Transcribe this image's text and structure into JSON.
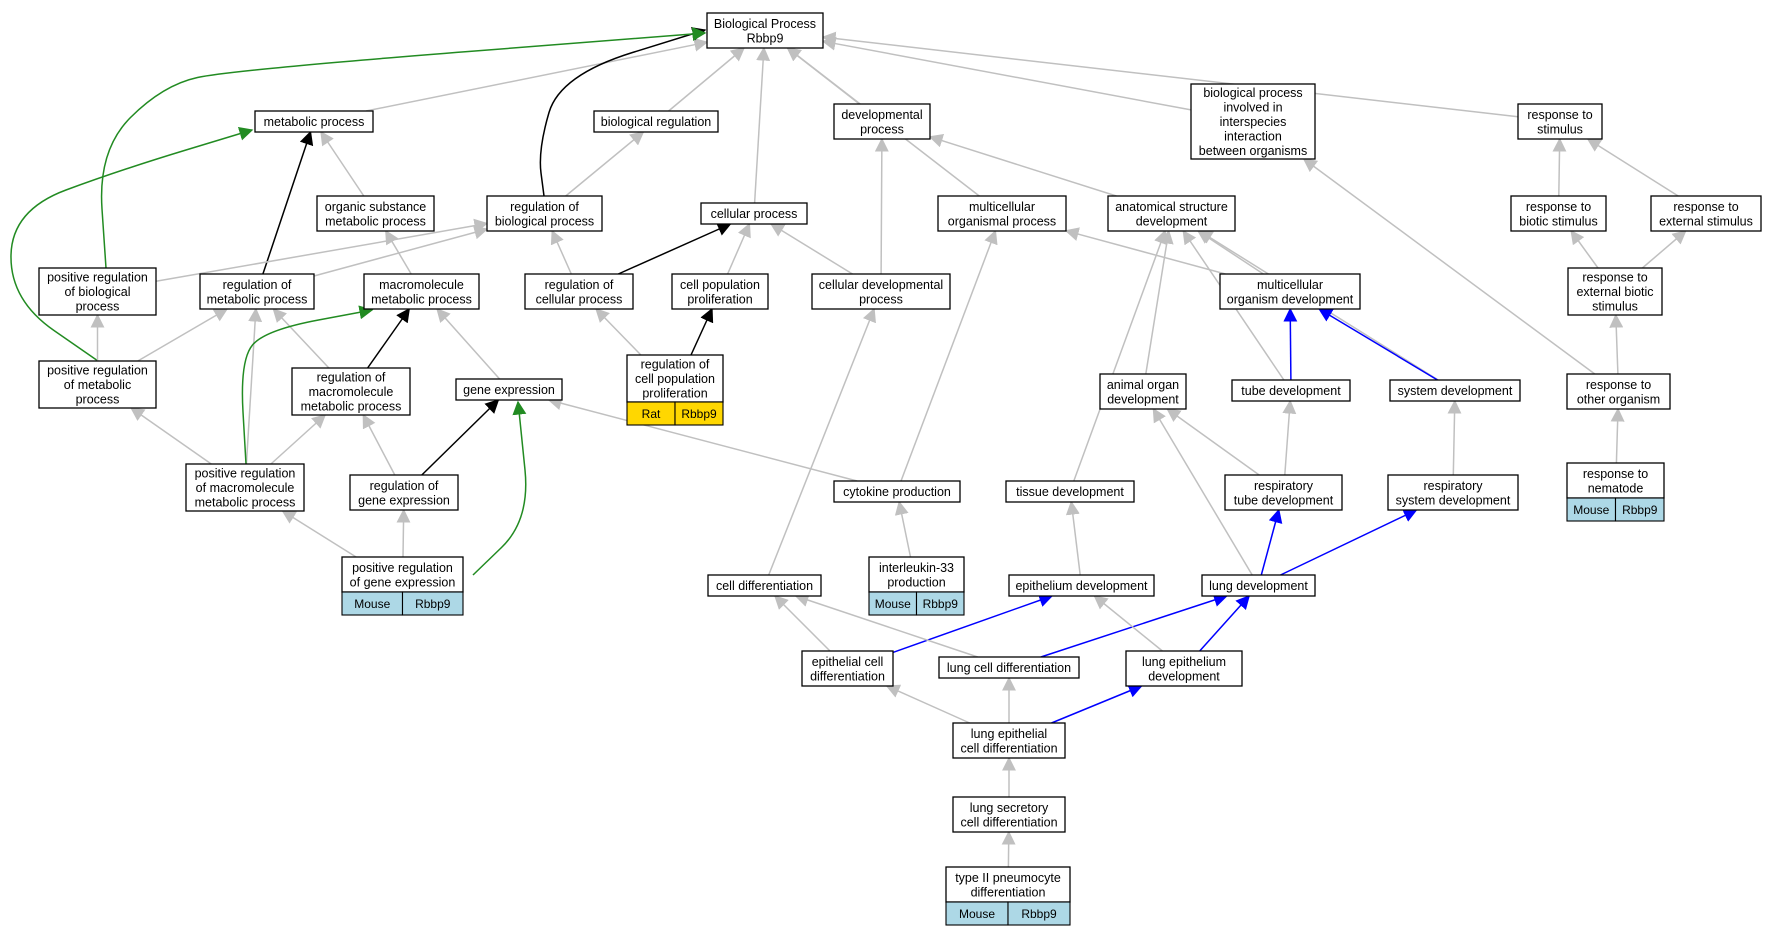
{
  "colors": {
    "gray": "#c0c0c0",
    "black": "#000000",
    "green": "#228b22",
    "blue": "#0000ff",
    "mouse_cell": "#add8e6",
    "rat_cell": "#ffd700"
  },
  "nodes": [
    {
      "id": "bp",
      "lines": [
        "Biological Process",
        "Rbbp9"
      ]
    },
    {
      "id": "metab",
      "lines": [
        "metabolic process"
      ]
    },
    {
      "id": "bioreg",
      "lines": [
        "biological regulation"
      ]
    },
    {
      "id": "dev",
      "lines": [
        "developmental",
        "process"
      ]
    },
    {
      "id": "interspec",
      "lines": [
        "biological process",
        "involved in",
        "interspecies",
        "interaction",
        "between organisms"
      ]
    },
    {
      "id": "resp",
      "lines": [
        "response to",
        "stimulus"
      ]
    },
    {
      "id": "orgsub",
      "lines": [
        "organic substance",
        "metabolic process"
      ]
    },
    {
      "id": "regbio",
      "lines": [
        "regulation of",
        "biological process"
      ]
    },
    {
      "id": "cellproc",
      "lines": [
        "cellular process"
      ]
    },
    {
      "id": "multi",
      "lines": [
        "multicellular",
        "organismal process"
      ]
    },
    {
      "id": "anat",
      "lines": [
        "anatomical structure",
        "development"
      ]
    },
    {
      "id": "biotic",
      "lines": [
        "response to",
        "biotic stimulus"
      ]
    },
    {
      "id": "external",
      "lines": [
        "response to",
        "external stimulus"
      ]
    },
    {
      "id": "posbio",
      "lines": [
        "positive regulation",
        "of biological",
        "process"
      ]
    },
    {
      "id": "regmetab",
      "lines": [
        "regulation of",
        "metabolic process"
      ]
    },
    {
      "id": "macro",
      "lines": [
        "macromolecule",
        "metabolic process"
      ]
    },
    {
      "id": "regcell",
      "lines": [
        "regulation of",
        "cellular process"
      ]
    },
    {
      "id": "cellpop",
      "lines": [
        "cell population",
        "proliferation"
      ]
    },
    {
      "id": "celldev",
      "lines": [
        "cellular developmental",
        "process"
      ]
    },
    {
      "id": "multidev",
      "lines": [
        "multicellular",
        "organism development"
      ]
    },
    {
      "id": "extbiotic",
      "lines": [
        "response to",
        "external biotic",
        "stimulus"
      ]
    },
    {
      "id": "posmetab",
      "lines": [
        "positive regulation",
        "of metabolic",
        "process"
      ]
    },
    {
      "id": "regmacro",
      "lines": [
        "regulation of",
        "macromolecule",
        "metabolic process"
      ]
    },
    {
      "id": "geneexp",
      "lines": [
        "gene expression"
      ]
    },
    {
      "id": "regcellpop",
      "lines": [
        "regulation of",
        "cell population",
        "proliferation"
      ],
      "cells": [
        {
          "text": "Rat",
          "kind": "rat"
        },
        {
          "text": "Rbbp9",
          "kind": "rat"
        }
      ]
    },
    {
      "id": "animal",
      "lines": [
        "animal organ",
        "development"
      ]
    },
    {
      "id": "tube",
      "lines": [
        "tube development"
      ]
    },
    {
      "id": "system",
      "lines": [
        "system development"
      ]
    },
    {
      "id": "otherorg",
      "lines": [
        "response to",
        "other organism"
      ]
    },
    {
      "id": "posmacro",
      "lines": [
        "positive regulation",
        "of macromolecule",
        "metabolic process"
      ]
    },
    {
      "id": "reggene",
      "lines": [
        "regulation of",
        "gene expression"
      ]
    },
    {
      "id": "cytokine",
      "lines": [
        "cytokine production"
      ]
    },
    {
      "id": "tissue",
      "lines": [
        "tissue development"
      ]
    },
    {
      "id": "resptube",
      "lines": [
        "respiratory",
        "tube development"
      ]
    },
    {
      "id": "respsys",
      "lines": [
        "respiratory",
        "system development"
      ]
    },
    {
      "id": "nematode",
      "lines": [
        "response to",
        "nematode"
      ],
      "cells": [
        {
          "text": "Mouse",
          "kind": "mouse"
        },
        {
          "text": "Rbbp9",
          "kind": "mouse"
        }
      ]
    },
    {
      "id": "posgene",
      "lines": [
        "positive regulation",
        "of gene expression"
      ],
      "cells": [
        {
          "text": "Mouse",
          "kind": "mouse"
        },
        {
          "text": "Rbbp9",
          "kind": "mouse"
        }
      ]
    },
    {
      "id": "il33",
      "lines": [
        "interleukin-33",
        "production"
      ],
      "cells": [
        {
          "text": "Mouse",
          "kind": "mouse"
        },
        {
          "text": "Rbbp9",
          "kind": "mouse"
        }
      ]
    },
    {
      "id": "celldiff",
      "lines": [
        "cell differentiation"
      ]
    },
    {
      "id": "epidev",
      "lines": [
        "epithelium development"
      ]
    },
    {
      "id": "lungdev",
      "lines": [
        "lung development"
      ]
    },
    {
      "id": "epicell",
      "lines": [
        "epithelial cell",
        "differentiation"
      ]
    },
    {
      "id": "lungcell",
      "lines": [
        "lung cell differentiation"
      ]
    },
    {
      "id": "lungepi",
      "lines": [
        "lung epithelium",
        "development"
      ]
    },
    {
      "id": "lungepicell",
      "lines": [
        "lung epithelial",
        "cell differentiation"
      ]
    },
    {
      "id": "lungsec",
      "lines": [
        "lung secretory",
        "cell differentiation"
      ]
    },
    {
      "id": "typeII",
      "lines": [
        "type II pneumocyte",
        "differentiation"
      ],
      "cells": [
        {
          "text": "Mouse",
          "kind": "mouse"
        },
        {
          "text": "Rbbp9",
          "kind": "mouse"
        }
      ]
    }
  ],
  "edges": [
    {
      "from": "metab",
      "to": "bp",
      "color": "gray"
    },
    {
      "from": "bioreg",
      "to": "bp",
      "color": "gray"
    },
    {
      "from": "dev",
      "to": "bp",
      "color": "gray"
    },
    {
      "from": "interspec",
      "to": "bp",
      "color": "gray"
    },
    {
      "from": "resp",
      "to": "bp",
      "color": "gray"
    },
    {
      "from": "cellproc",
      "to": "bp",
      "color": "gray"
    },
    {
      "from": "multi",
      "to": "bp",
      "color": "gray"
    },
    {
      "from": "regbio",
      "to": "bp",
      "color": "black"
    },
    {
      "from": "posbio",
      "to": "bp",
      "color": "green"
    },
    {
      "from": "orgsub",
      "to": "metab",
      "color": "gray"
    },
    {
      "from": "regmetab",
      "to": "metab",
      "color": "black"
    },
    {
      "from": "posmetab",
      "to": "metab",
      "color": "green"
    },
    {
      "from": "regbio",
      "to": "bioreg",
      "color": "gray"
    },
    {
      "from": "celldev",
      "to": "dev",
      "color": "gray"
    },
    {
      "from": "anat",
      "to": "dev",
      "color": "gray"
    },
    {
      "from": "biotic",
      "to": "resp",
      "color": "gray"
    },
    {
      "from": "external",
      "to": "resp",
      "color": "gray"
    },
    {
      "from": "macro",
      "to": "orgsub",
      "color": "gray"
    },
    {
      "from": "posbio",
      "to": "regbio",
      "color": "gray"
    },
    {
      "from": "regmetab",
      "to": "regbio",
      "color": "gray"
    },
    {
      "from": "regcell",
      "to": "regbio",
      "color": "gray"
    },
    {
      "from": "regcell",
      "to": "cellproc",
      "color": "black"
    },
    {
      "from": "cellpop",
      "to": "cellproc",
      "color": "gray"
    },
    {
      "from": "celldev",
      "to": "cellproc",
      "color": "gray"
    },
    {
      "from": "multidev",
      "to": "multi",
      "color": "gray"
    },
    {
      "from": "multidev",
      "to": "anat",
      "color": "gray"
    },
    {
      "from": "animal",
      "to": "anat",
      "color": "gray"
    },
    {
      "from": "tube",
      "to": "anat",
      "color": "gray"
    },
    {
      "from": "system",
      "to": "anat",
      "color": "gray"
    },
    {
      "from": "tissue",
      "to": "anat",
      "color": "gray"
    },
    {
      "from": "extbiotic",
      "to": "biotic",
      "color": "gray"
    },
    {
      "from": "extbiotic",
      "to": "external",
      "color": "gray"
    },
    {
      "from": "posmetab",
      "to": "posbio",
      "color": "gray"
    },
    {
      "from": "posmetab",
      "to": "regmetab",
      "color": "gray"
    },
    {
      "from": "posmacro",
      "to": "regmetab",
      "color": "gray"
    },
    {
      "from": "regmacro",
      "to": "regmetab",
      "color": "gray"
    },
    {
      "from": "regmacro",
      "to": "macro",
      "color": "black"
    },
    {
      "from": "posmacro",
      "to": "macro",
      "color": "green"
    },
    {
      "from": "geneexp",
      "to": "macro",
      "color": "gray"
    },
    {
      "from": "regcellpop",
      "to": "regcell",
      "color": "gray"
    },
    {
      "from": "regcellpop",
      "to": "cellpop",
      "color": "black"
    },
    {
      "from": "celldiff",
      "to": "celldev",
      "color": "gray"
    },
    {
      "from": "tube",
      "to": "multidev",
      "color": "blue"
    },
    {
      "from": "system",
      "to": "multidev",
      "color": "blue"
    },
    {
      "from": "otherorg",
      "to": "extbiotic",
      "color": "gray"
    },
    {
      "from": "otherorg",
      "to": "interspec",
      "color": "gray"
    },
    {
      "from": "posmacro",
      "to": "posmetab",
      "color": "gray"
    },
    {
      "from": "posmacro",
      "to": "regmacro",
      "color": "gray"
    },
    {
      "from": "reggene",
      "to": "regmacro",
      "color": "gray"
    },
    {
      "from": "reggene",
      "to": "geneexp",
      "color": "black"
    },
    {
      "from": "posgene",
      "to": "geneexp",
      "color": "green"
    },
    {
      "from": "cytokine",
      "to": "geneexp",
      "color": "gray"
    },
    {
      "from": "cytokine",
      "to": "multi",
      "color": "gray"
    },
    {
      "from": "resptube",
      "to": "tube",
      "color": "gray"
    },
    {
      "from": "resptube",
      "to": "animal",
      "color": "gray"
    },
    {
      "from": "respsys",
      "to": "system",
      "color": "gray"
    },
    {
      "from": "nematode",
      "to": "otherorg",
      "color": "gray"
    },
    {
      "from": "posgene",
      "to": "reggene",
      "color": "gray"
    },
    {
      "from": "posgene",
      "to": "posmacro",
      "color": "gray"
    },
    {
      "from": "il33",
      "to": "cytokine",
      "color": "gray"
    },
    {
      "from": "epidev",
      "to": "tissue",
      "color": "gray"
    },
    {
      "from": "lungdev",
      "to": "resptube",
      "color": "blue"
    },
    {
      "from": "lungdev",
      "to": "respsys",
      "color": "blue"
    },
    {
      "from": "lungdev",
      "to": "animal",
      "color": "gray"
    },
    {
      "from": "epicell",
      "to": "celldiff",
      "color": "gray"
    },
    {
      "from": "epicell",
      "to": "epidev",
      "color": "blue"
    },
    {
      "from": "lungcell",
      "to": "celldiff",
      "color": "gray"
    },
    {
      "from": "lungcell",
      "to": "lungdev",
      "color": "blue"
    },
    {
      "from": "lungepi",
      "to": "epidev",
      "color": "gray"
    },
    {
      "from": "lungepi",
      "to": "lungdev",
      "color": "blue"
    },
    {
      "from": "lungepicell",
      "to": "epicell",
      "color": "gray"
    },
    {
      "from": "lungepicell",
      "to": "lungcell",
      "color": "gray"
    },
    {
      "from": "lungepicell",
      "to": "lungepi",
      "color": "blue"
    },
    {
      "from": "lungsec",
      "to": "lungepicell",
      "color": "gray"
    },
    {
      "from": "typeII",
      "to": "lungsec",
      "color": "gray"
    }
  ]
}
